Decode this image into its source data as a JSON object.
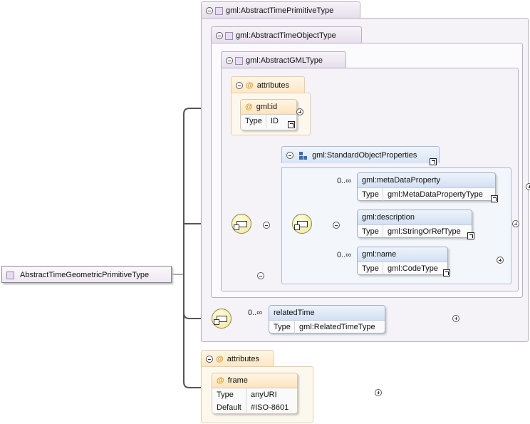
{
  "root": {
    "label": "AbstractTimeGeometricPrimitiveType"
  },
  "complex_types": {
    "time_primitive": "gml:AbstractTimePrimitiveType",
    "time_object": "gml:AbstractTimeObjectType",
    "gml_type": "gml:AbstractGMLType"
  },
  "inner_attributes": {
    "header": "attributes",
    "id": {
      "name": "gml:id",
      "type_key": "Type",
      "type_value": "ID"
    }
  },
  "group": {
    "label": "gml:StandardObjectProperties"
  },
  "elements": [
    {
      "name": "gml:metaDataProperty",
      "type_key": "Type",
      "type_value": "gml:MetaDataPropertyType",
      "cardinality": "0..∞"
    },
    {
      "name": "gml:description",
      "type_key": "Type",
      "type_value": "gml:StringOrRefType",
      "cardinality": ""
    },
    {
      "name": "gml:name",
      "type_key": "Type",
      "type_value": "gml:CodeType",
      "cardinality": "0..∞"
    }
  ],
  "related": {
    "name": "relatedTime",
    "type_key": "Type",
    "type_value": "gml:RelatedTimeType",
    "cardinality": "0..∞"
  },
  "outer_attributes": {
    "header": "attributes",
    "frame": {
      "name": "frame",
      "type_key": "Type",
      "type_value": "anyURI",
      "default_key": "Default",
      "default_value": "#ISO-8601"
    }
  },
  "icons": [
    "collapse-icon",
    "complex-type-icon",
    "attribute-icon",
    "group-icon",
    "sequence-icon",
    "expand-icon",
    "link-arrow-icon"
  ]
}
